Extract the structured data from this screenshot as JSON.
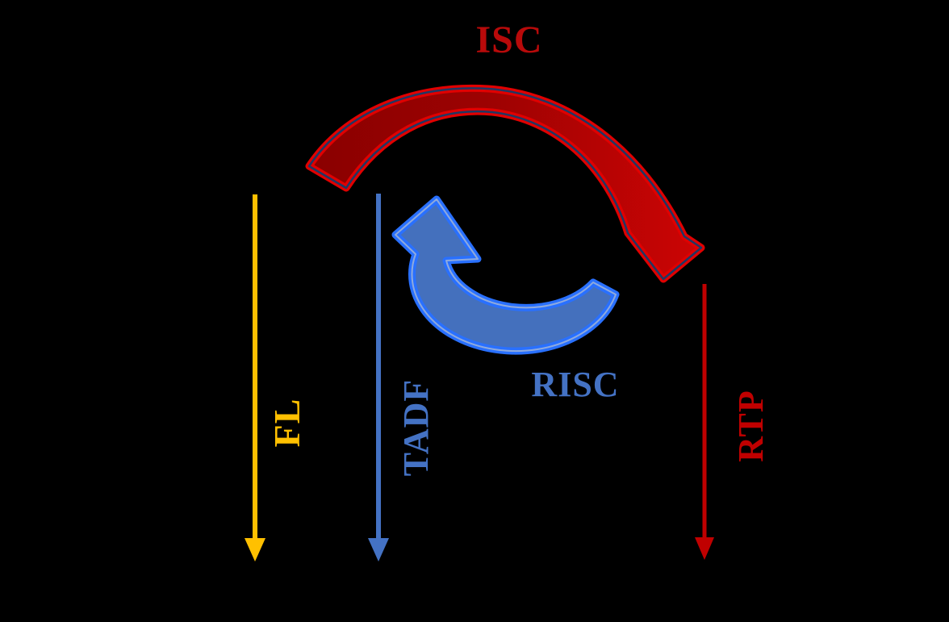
{
  "background": "#000000",
  "labels": {
    "isc": "ISC",
    "risc": "RISC",
    "fl": "FL",
    "tadf": "TADF",
    "rtp": "RTP"
  },
  "colors": {
    "isc_text": "#b80a0a",
    "isc_arc_fill_dark": "#8a0000",
    "isc_arc_fill_mid": "#9c0202",
    "isc_arc_fill_bright": "#cc0404",
    "isc_arc_glow": "#e00000",
    "isc_arc_outline": "#1f3864",
    "risc_text": "#4472c4",
    "risc_arc_fill": "#4470bd",
    "risc_arc_glow": "#2970ff",
    "risc_arc_inner_line": "#8faadc",
    "fl_arrow": "#ffc000",
    "tadf_arrow": "#4472c4",
    "rtp_arrow": "#c00000"
  }
}
